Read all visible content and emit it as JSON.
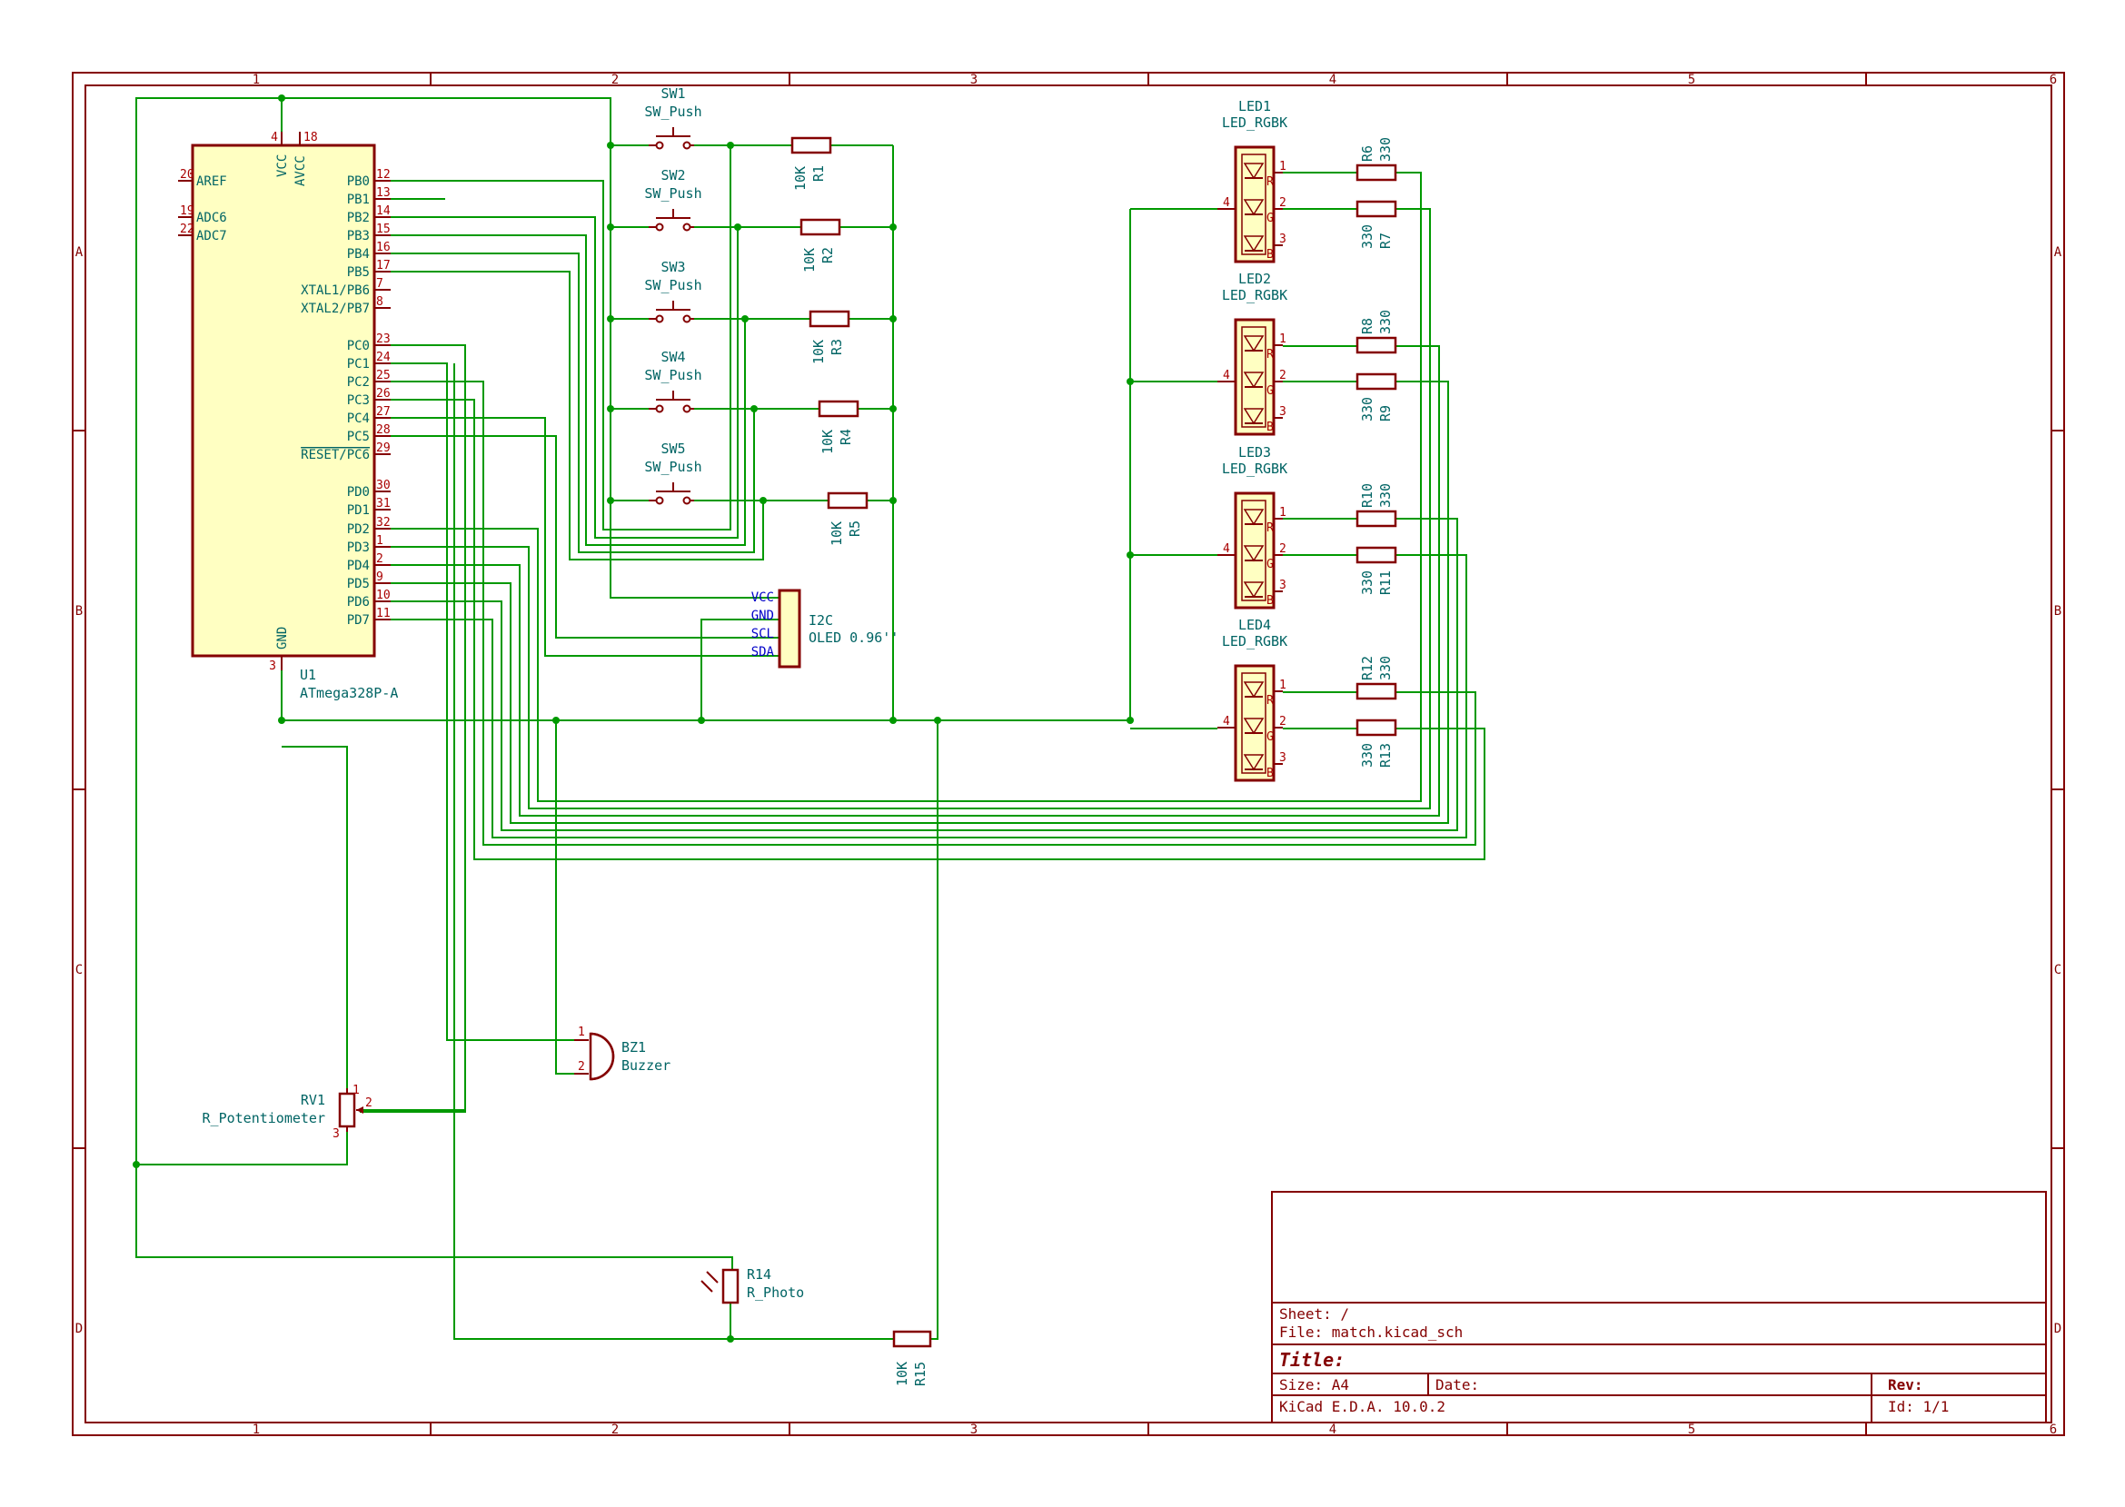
{
  "frame": {
    "column_labels": [
      "1",
      "2",
      "3",
      "4",
      "5",
      "6"
    ],
    "row_labels": [
      "A",
      "B",
      "C",
      "D"
    ]
  },
  "title_block": {
    "sheet": "Sheet: /",
    "file": "File: match.kicad_sch",
    "title_label": "Title:",
    "size": "Size: A4",
    "date_label": "Date:",
    "rev_label": "Rev:",
    "tool": "KiCad E.D.A. 10.0.2",
    "id": "Id: 1/1"
  },
  "mcu": {
    "ref": "U1",
    "value": "ATmega328P-A",
    "left_pins": [
      {
        "num": "20",
        "name": "AREF"
      },
      {
        "num": "19",
        "name": "ADC6"
      },
      {
        "num": "22",
        "name": "ADC7"
      }
    ],
    "top_pins": [
      {
        "num": "4",
        "name": "VCC"
      },
      {
        "num": "18",
        "name": "AVCC"
      }
    ],
    "bottom_pin": {
      "num": "3",
      "name": "GND"
    },
    "right_pins": [
      {
        "num": "12",
        "name": "PB0"
      },
      {
        "num": "13",
        "name": "PB1"
      },
      {
        "num": "14",
        "name": "PB2"
      },
      {
        "num": "15",
        "name": "PB3"
      },
      {
        "num": "16",
        "name": "PB4"
      },
      {
        "num": "17",
        "name": "PB5"
      },
      {
        "num": "7",
        "name": "XTAL1/PB6"
      },
      {
        "num": "8",
        "name": "XTAL2/PB7"
      },
      {
        "num": "23",
        "name": "PC0"
      },
      {
        "num": "24",
        "name": "PC1"
      },
      {
        "num": "25",
        "name": "PC2"
      },
      {
        "num": "26",
        "name": "PC3"
      },
      {
        "num": "27",
        "name": "PC4"
      },
      {
        "num": "28",
        "name": "PC5"
      },
      {
        "num": "29",
        "name": "RESET/PC6"
      },
      {
        "num": "30",
        "name": "PD0"
      },
      {
        "num": "31",
        "name": "PD1"
      },
      {
        "num": "32",
        "name": "PD2"
      },
      {
        "num": "1",
        "name": "PD3"
      },
      {
        "num": "2",
        "name": "PD4"
      },
      {
        "num": "9",
        "name": "PD5"
      },
      {
        "num": "10",
        "name": "PD6"
      },
      {
        "num": "11",
        "name": "PD7"
      }
    ]
  },
  "switches": [
    {
      "ref": "SW1",
      "value": "SW_Push"
    },
    {
      "ref": "SW2",
      "value": "SW_Push"
    },
    {
      "ref": "SW3",
      "value": "SW_Push"
    },
    {
      "ref": "SW4",
      "value": "SW_Push"
    },
    {
      "ref": "SW5",
      "value": "SW_Push"
    }
  ],
  "pullups": [
    {
      "ref": "R1",
      "value": "10K"
    },
    {
      "ref": "R2",
      "value": "10K"
    },
    {
      "ref": "R3",
      "value": "10K"
    },
    {
      "ref": "R4",
      "value": "10K"
    },
    {
      "ref": "R5",
      "value": "10K"
    }
  ],
  "leds": [
    {
      "ref": "LED1",
      "value": "LED_RGBK",
      "r_top": {
        "ref": "R6",
        "value": "330"
      },
      "r_bot": {
        "ref": "R7",
        "value": "330"
      }
    },
    {
      "ref": "LED2",
      "value": "LED_RGBK",
      "r_top": {
        "ref": "R8",
        "value": "330"
      },
      "r_bot": {
        "ref": "R9",
        "value": "330"
      }
    },
    {
      "ref": "LED3",
      "value": "LED_RGBK",
      "r_top": {
        "ref": "R10",
        "value": "330"
      },
      "r_bot": {
        "ref": "R11",
        "value": "330"
      }
    },
    {
      "ref": "LED4",
      "value": "LED_RGBK",
      "r_top": {
        "ref": "R12",
        "value": "330"
      },
      "r_bot": {
        "ref": "R13",
        "value": "330"
      }
    }
  ],
  "led_pin_numbers": [
    "1",
    "2",
    "3",
    "4"
  ],
  "led_pin_letters": [
    "R",
    "G",
    "B"
  ],
  "oled": {
    "ref": "I2C",
    "value": "OLED 0.96''",
    "pins": [
      "VCC",
      "GND",
      "SCL",
      "SDA"
    ]
  },
  "buzzer": {
    "ref": "BZ1",
    "value": "Buzzer",
    "pin1": "1",
    "pin2": "2"
  },
  "pot": {
    "ref": "RV1",
    "value": "R_Potentiometer",
    "pin1": "1",
    "pin2": "2",
    "pin3": "3"
  },
  "photo": {
    "ref": "R14",
    "value": "R_Photo"
  },
  "r15": {
    "ref": "R15",
    "value": "10K"
  }
}
